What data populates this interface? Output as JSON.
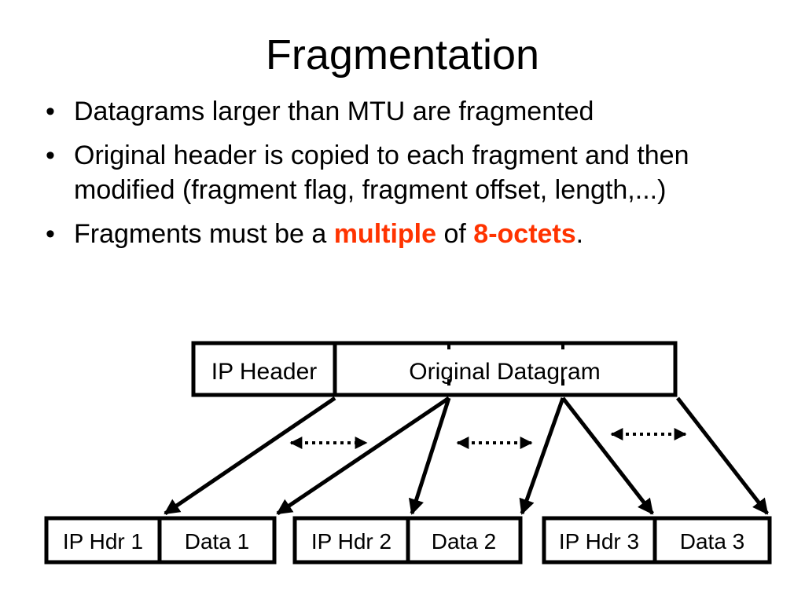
{
  "slide": {
    "title": "Fragmentation"
  },
  "bullets": [
    {
      "text": "Datagrams larger than MTU are fragmented"
    },
    {
      "text": "Original header is copied to each fragment and then modified (fragment flag, fragment offset, length,...)"
    },
    {
      "pre": "Fragments must be a ",
      "em1": "multiple",
      "mid": " of ",
      "em2": "8-octets",
      "post": "."
    }
  ],
  "diagram": {
    "header_label": "IP Header",
    "datagram_label": "Original Datagram",
    "fragments": [
      {
        "hdr": "IP Hdr 1",
        "data": "Data 1"
      },
      {
        "hdr": "IP Hdr 2",
        "data": "Data 2"
      },
      {
        "hdr": "IP Hdr 3",
        "data": "Data 3"
      }
    ]
  },
  "colors": {
    "highlight": "#ff3300",
    "stroke": "#000000"
  }
}
